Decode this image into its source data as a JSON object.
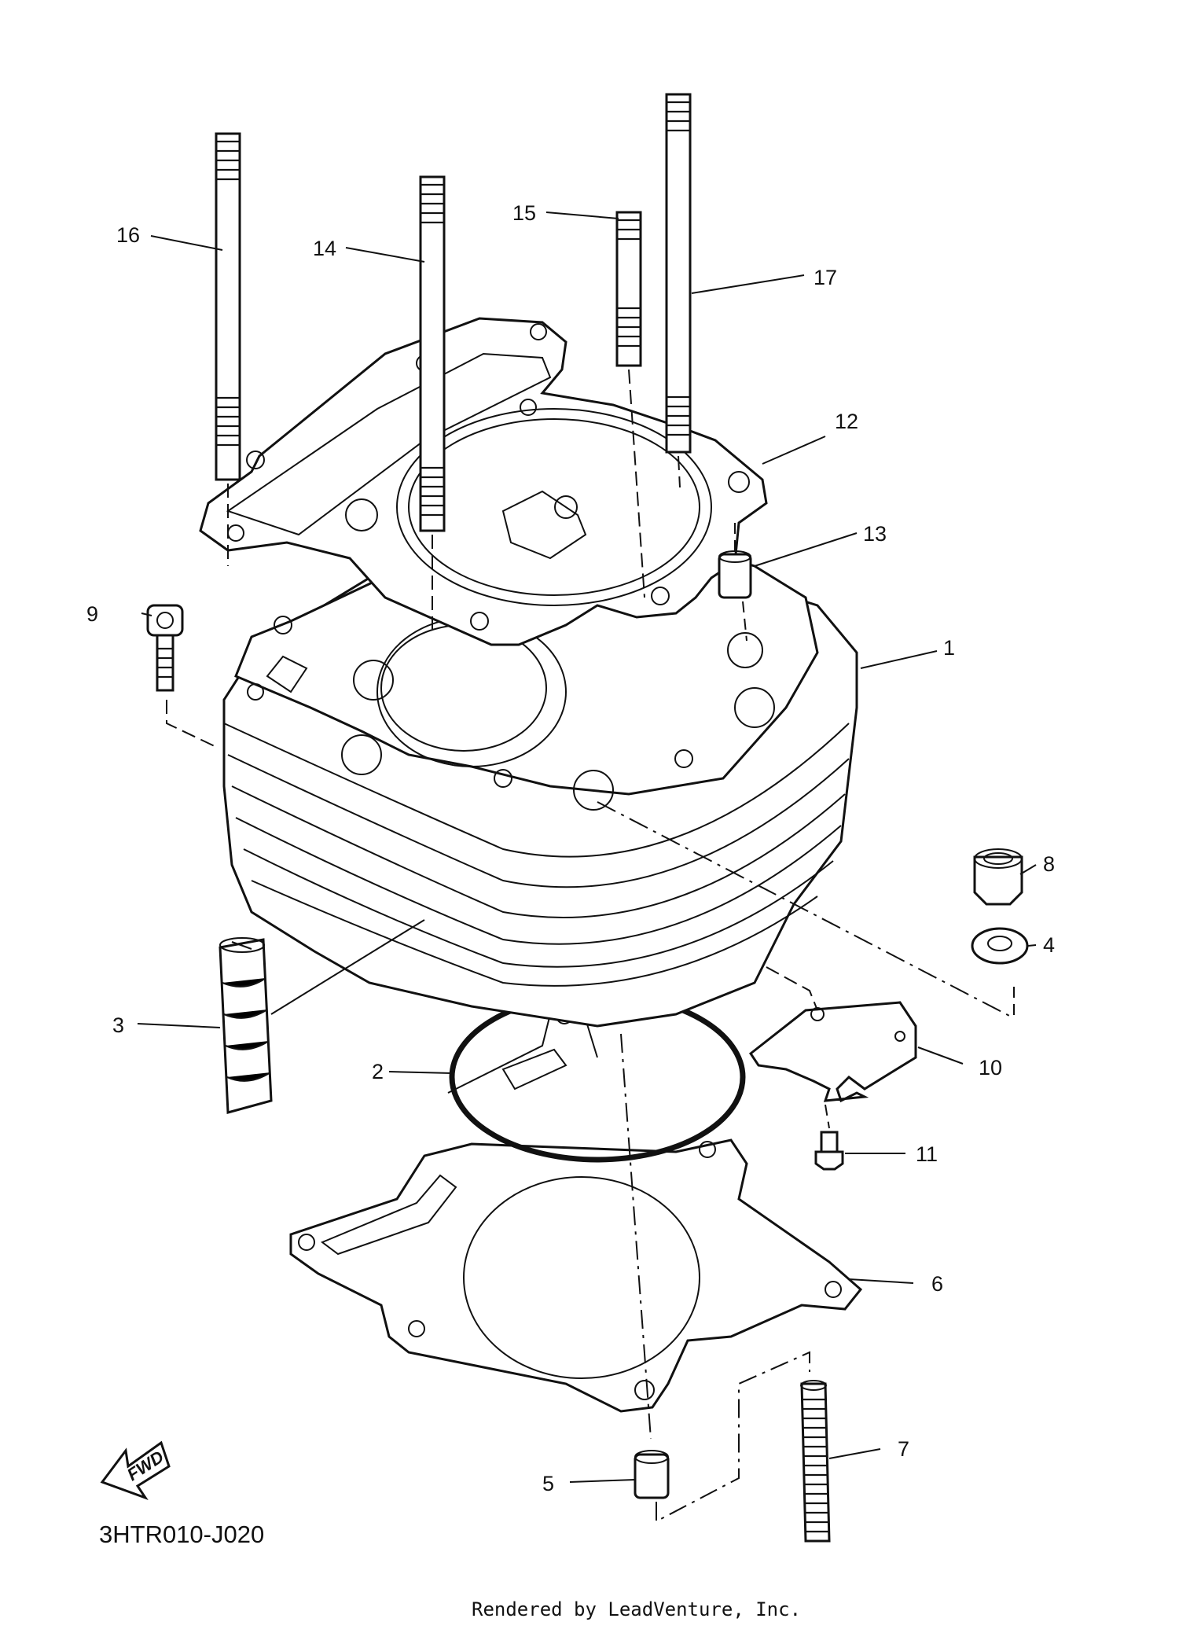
{
  "diagram": {
    "callouts": [
      "1",
      "2",
      "3",
      "4",
      "5",
      "6",
      "7",
      "8",
      "9",
      "10",
      "11",
      "12",
      "13",
      "14",
      "15",
      "16",
      "17"
    ],
    "direction_badge": "FWD",
    "diagram_code": "3HTR010-J020",
    "credit": "Rendered by LeadVenture, Inc."
  }
}
